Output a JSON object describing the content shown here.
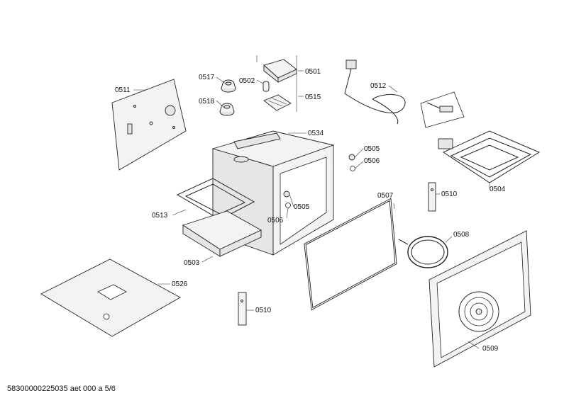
{
  "diagram": {
    "callouts": [
      "0501",
      "0502",
      "0503",
      "0504",
      "0505",
      "0505",
      "0506",
      "0506",
      "0507",
      "0508",
      "0509",
      "0510",
      "0510",
      "0511",
      "0512",
      "0513",
      "0515",
      "0517",
      "0518",
      "0526",
      "0534"
    ]
  },
  "footer": {
    "text": "58300000225035 aet 000 a 5/6"
  }
}
